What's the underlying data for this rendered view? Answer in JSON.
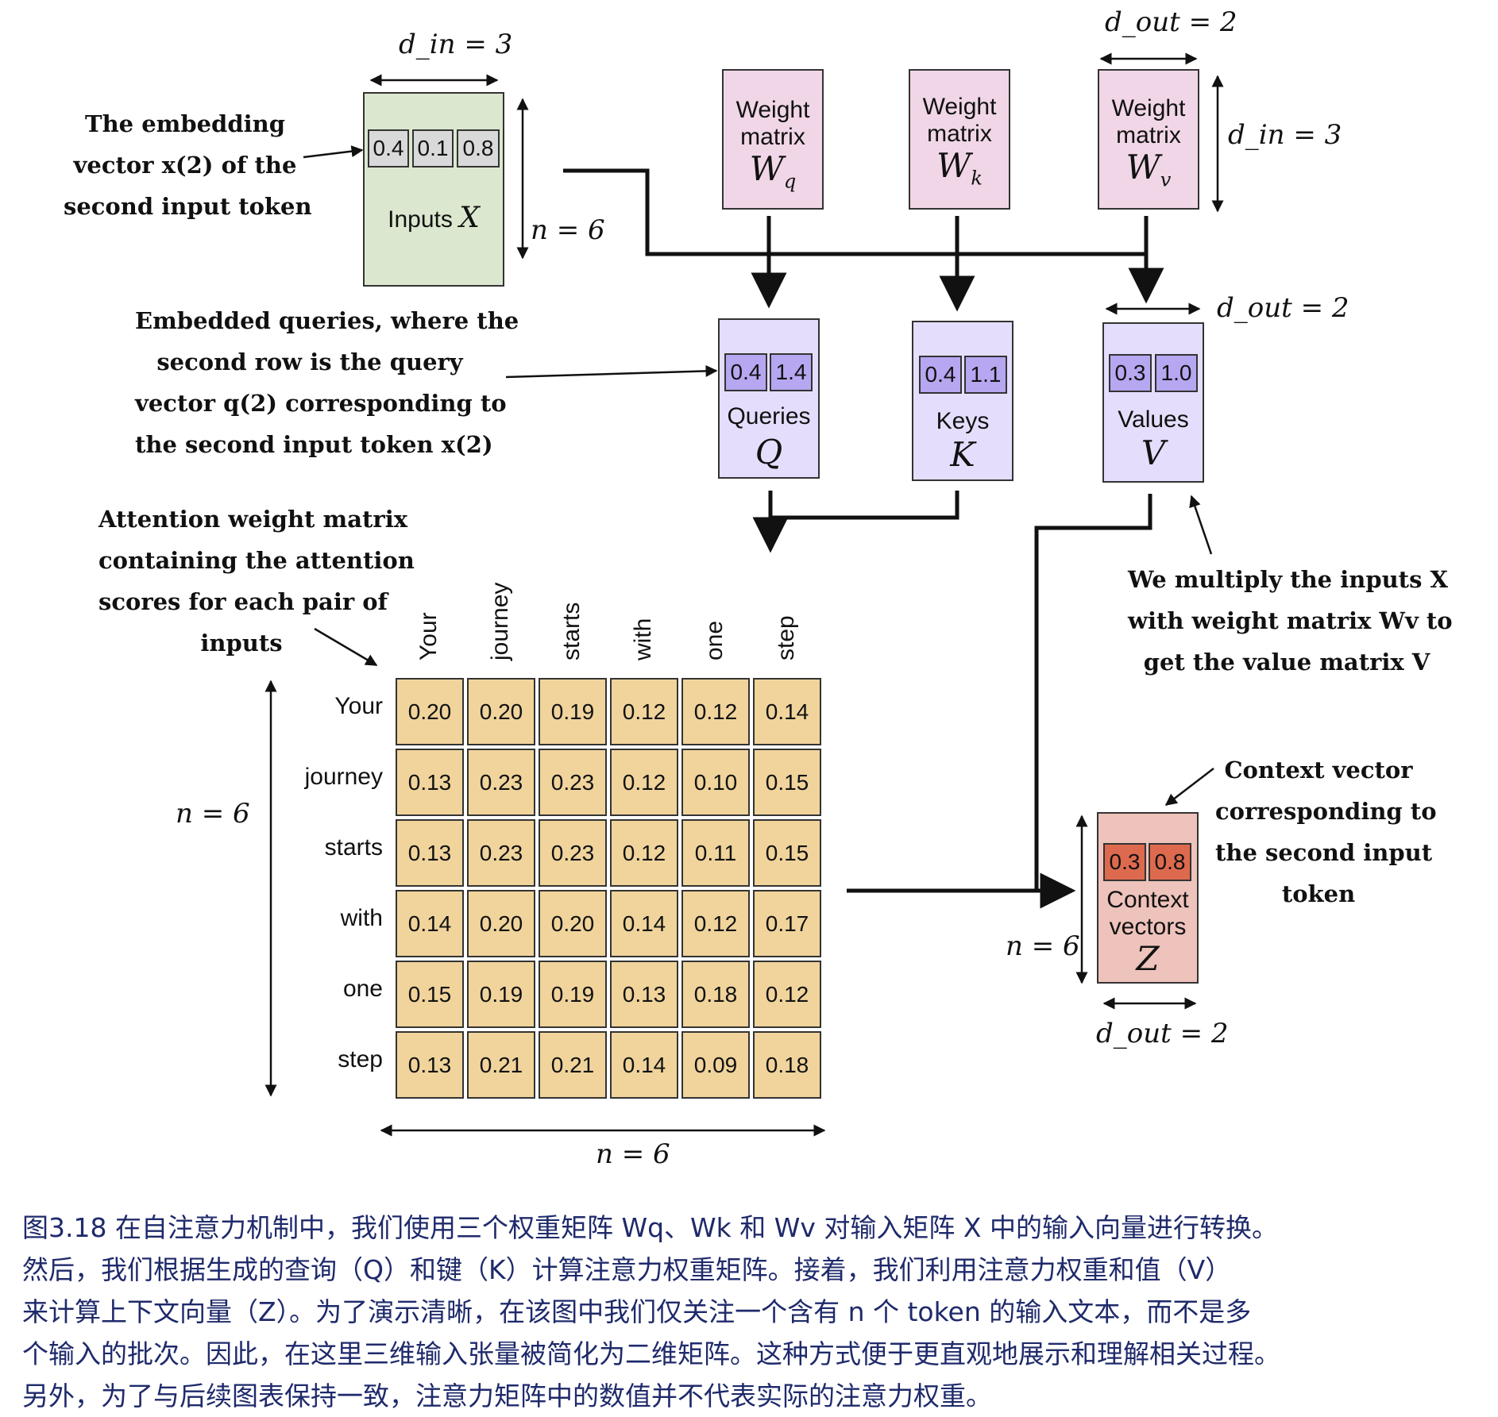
{
  "annotations": {
    "embedding": [
      "The embedding",
      "vector x(2) of the",
      "second input token"
    ],
    "queries": [
      "Embedded queries, where the",
      "second row is the query",
      "vector q(2) corresponding to",
      "the second input token x(2)"
    ],
    "attention": [
      "Attention weight matrix",
      "containing the attention",
      "scores for each pair of",
      "inputs"
    ],
    "values": [
      "We multiply the inputs X",
      "with weight matrix Wv to",
      "get the value matrix V"
    ],
    "context": [
      "Context vector",
      "corresponding to",
      "the second input",
      "token"
    ]
  },
  "dims": {
    "din_top": "d_in = 3",
    "dout_top": "d_out = 2",
    "din_right": "d_in = 3",
    "dout_values": "d_out = 2",
    "n_inputs": "n = 6",
    "n_left": "n = 6",
    "n_bottom": "n = 6",
    "n_context": "n = 6",
    "dout_bottom": "d_out = 2"
  },
  "inputs": {
    "label": "Inputs",
    "symbol": "X",
    "values": [
      "0.4",
      "0.1",
      "0.8"
    ]
  },
  "weights": [
    {
      "label": "Weight matrix",
      "symbol": "W",
      "sub": "q"
    },
    {
      "label": "Weight matrix",
      "symbol": "W",
      "sub": "k"
    },
    {
      "label": "Weight matrix",
      "symbol": "W",
      "sub": "v"
    }
  ],
  "queries": {
    "label": "Queries",
    "symbol": "Q",
    "values": [
      "0.4",
      "1.4"
    ]
  },
  "keys": {
    "label": "Keys",
    "symbol": "K",
    "values": [
      "0.4",
      "1.1"
    ]
  },
  "values_box": {
    "label": "Values",
    "symbol": "V",
    "values": [
      "0.3",
      "1.0"
    ]
  },
  "context": {
    "label": "Context vectors",
    "symbol": "Z",
    "values": [
      "0.3",
      "0.8"
    ]
  },
  "tokens": [
    "Your",
    "journey",
    "starts",
    "with",
    "one",
    "step"
  ],
  "attention_weights": [
    [
      "0.20",
      "0.20",
      "0.19",
      "0.12",
      "0.12",
      "0.14"
    ],
    [
      "0.13",
      "0.23",
      "0.23",
      "0.12",
      "0.10",
      "0.15"
    ],
    [
      "0.13",
      "0.23",
      "0.23",
      "0.12",
      "0.11",
      "0.15"
    ],
    [
      "0.14",
      "0.20",
      "0.20",
      "0.14",
      "0.12",
      "0.17"
    ],
    [
      "0.15",
      "0.19",
      "0.19",
      "0.13",
      "0.18",
      "0.12"
    ],
    [
      "0.13",
      "0.21",
      "0.21",
      "0.14",
      "0.09",
      "0.18"
    ]
  ],
  "caption": [
    "图3.18 在自注意力机制中，我们使用三个权重矩阵 Wq、Wk 和 Wv 对输入矩阵 X 中的输入向量进行转换。",
    "然后，我们根据生成的查询（Q）和键（K）计算注意力权重矩阵。接着，我们利用注意力权重和值（V）",
    "来计算上下文向量（Z）。为了演示清晰，在该图中我们仅关注一个含有 n 个 token 的输入文本，而不是多",
    "个输入的批次。因此，在这里三维输入张量被简化为二维矩阵。这种方式便于更直观地展示和理解相关过程。",
    "另外，为了与后续图表保持一致，注意力矩阵中的数值并不代表实际的注意力权重。"
  ],
  "colors": {
    "inputs_fill": "#dbe8cf",
    "weight_fill": "#f0d6e6",
    "qkv_fill": "#e4defc",
    "qkv_cell": "#b7a6f0",
    "attn_fill": "#f0d49c",
    "context_fill": "#eec3bb",
    "context_cell": "#dd6a4e",
    "input_cell": "#d9d9d9",
    "caption_text": "#1f2a6b"
  }
}
